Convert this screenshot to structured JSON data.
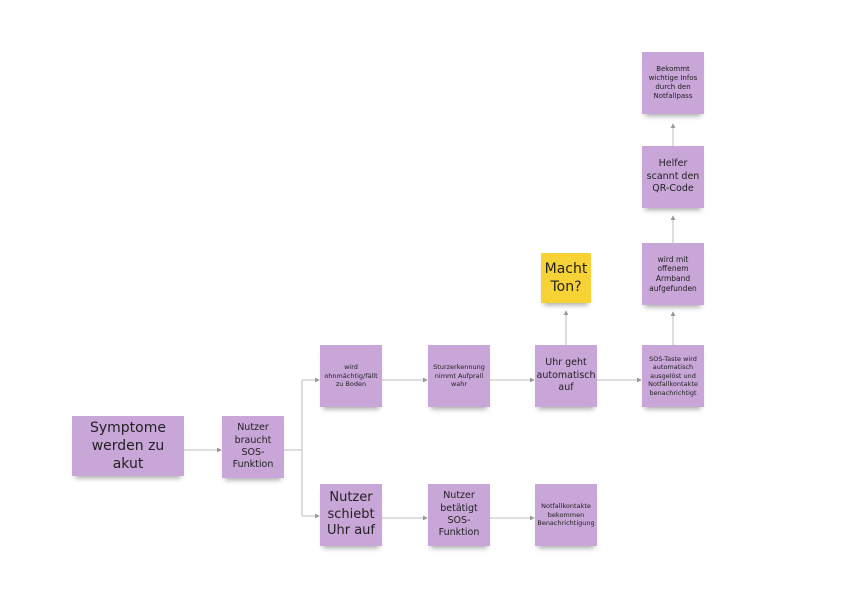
{
  "notes": {
    "symptome": "Symptome werden zu akut",
    "braucht": "Nutzer braucht SOS-Funktion",
    "ohnmaechtig": "wird ohnmächtig/fällt zu Boden",
    "sturz": "Sturzerkennung nimmt Aufprall wahr",
    "uhr_geht": "Uhr geht automatisch auf",
    "sos_taste": "SOS-Taste wird automatisch ausgelöst und Notfallkontakte benachrichtigt",
    "schiebt": "Nutzer schiebt Uhr auf",
    "betaetigt": "Nutzer betätigt SOS-Funktion",
    "notfallkontakte": "Notfallkontakte bekommen Benachrichtigung",
    "ton": "Macht Ton?",
    "armband": "wird mit offenem Armband aufgefunden",
    "helfer": "Helfer scannt den QR-Code",
    "infos": "Bekommt wichtige Infos durch den Notfallpass"
  },
  "colors": {
    "purple": "#c8a6d8",
    "yellow": "#f6d234",
    "line": "#999999"
  }
}
